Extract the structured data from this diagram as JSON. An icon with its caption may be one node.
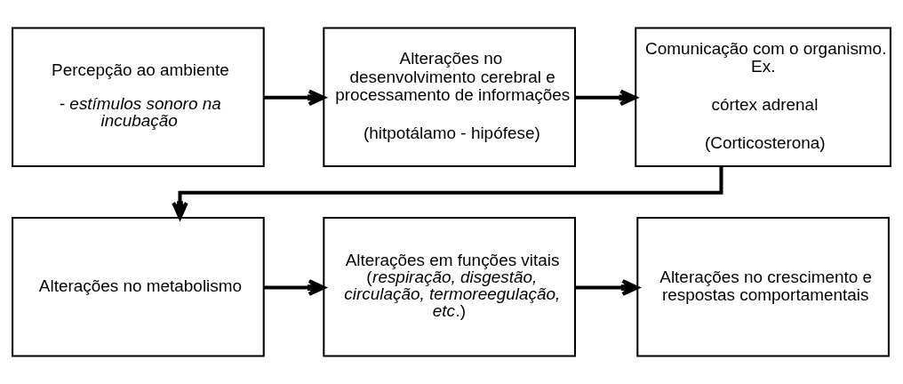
{
  "diagram": {
    "nodes": [
      {
        "text": [
          "Percepção ao ambiente",
          "- estímulos sonoro na incubação"
        ]
      },
      {
        "text": [
          "Alterações no desenvolvimento cerebral e processamento de informações",
          "(hitpotálamo - hipófese)"
        ]
      },
      {
        "text": [
          "Comunicação com o organismo. Ex.",
          "córtex adrenal",
          "(Corticosterona)"
        ]
      },
      {
        "text": [
          "Alterações no metabolismo"
        ]
      },
      {
        "text": [
          "Alterações em funções vitais (*respiração, disgestão, circulação, termoreegulação, etc*.)"
        ]
      },
      {
        "text": [
          "Alterações no crescimento e respostas comportamentais"
        ]
      }
    ],
    "edges": [
      {
        "from": 0,
        "to": 1,
        "arrow": "to"
      },
      {
        "from": 1,
        "to": 2,
        "arrow": "to"
      },
      {
        "from": 2,
        "to": 3,
        "arrow": "to"
      },
      {
        "from": 3,
        "to": 4,
        "arrow": "to"
      },
      {
        "from": 4,
        "to": 5,
        "arrow": "to"
      }
    ]
  }
}
